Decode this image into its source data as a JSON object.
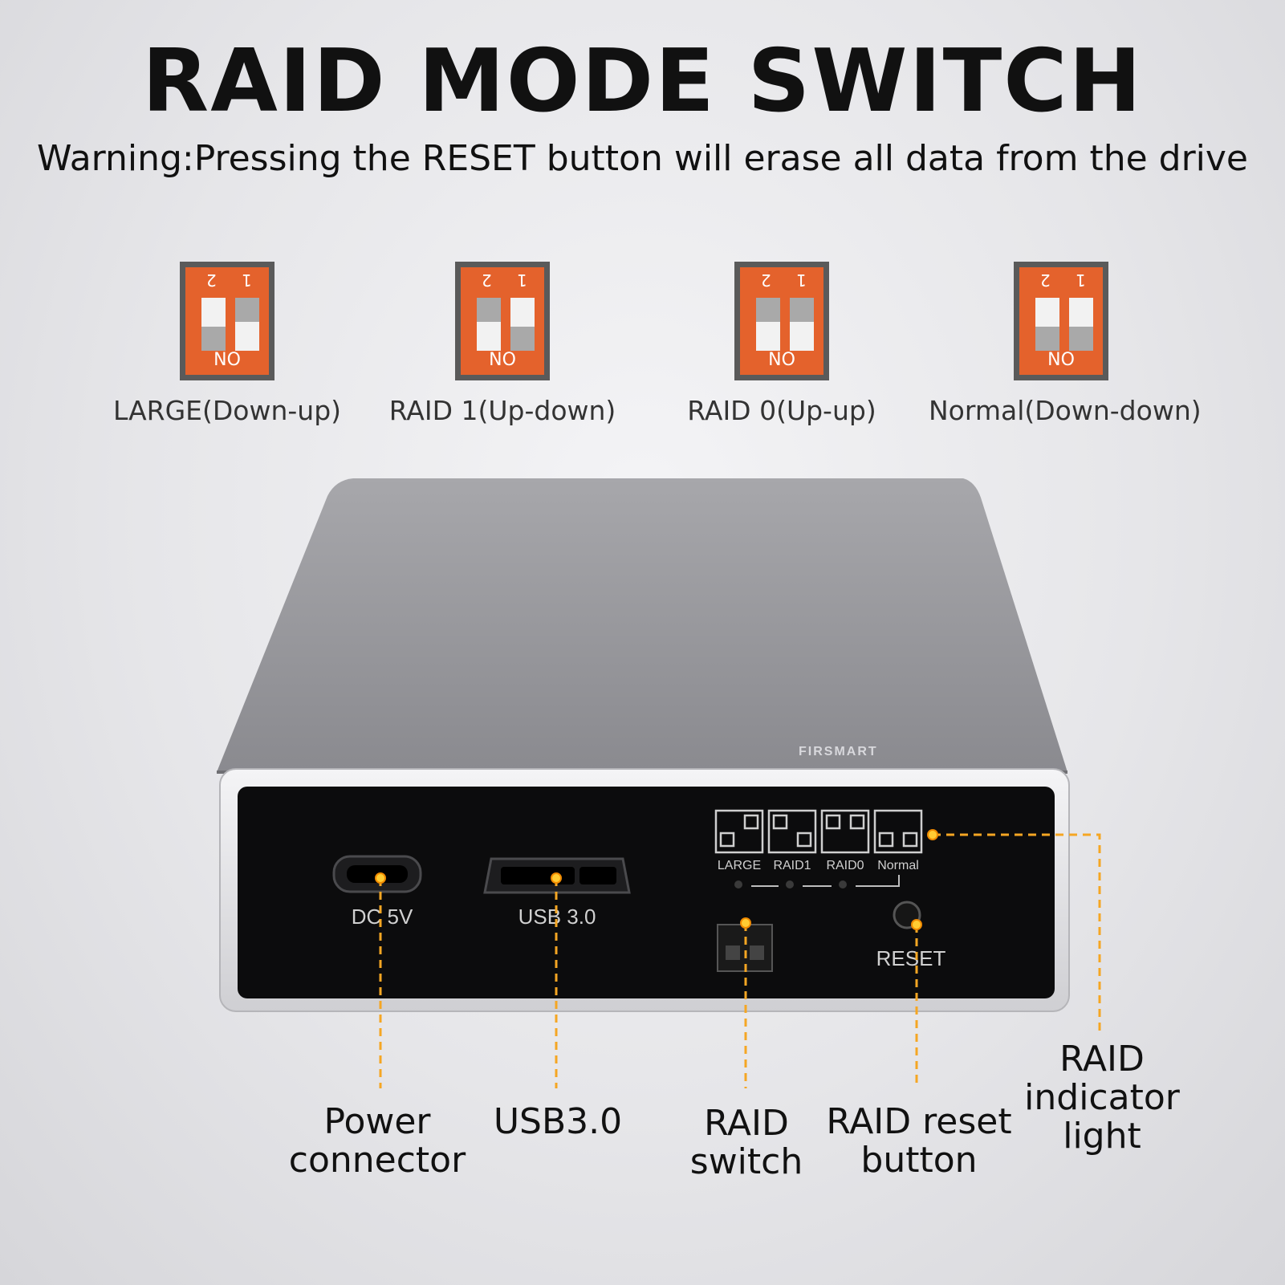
{
  "header": {
    "title": "RAID MODE SWITCH",
    "warning": "Warning:Pressing the RESET button will erase all data from the drive"
  },
  "modes": [
    {
      "label": "LARGE(Down-up)",
      "switch2": "down",
      "switch1": "up"
    },
    {
      "label": "RAID 1(Up-down)",
      "switch2": "up",
      "switch1": "down"
    },
    {
      "label": "RAID 0(Up-up)",
      "switch2": "up",
      "switch1": "up"
    },
    {
      "label": "Normal(Down-down)",
      "switch2": "down",
      "switch1": "down"
    }
  ],
  "dip": {
    "num2": "2",
    "num1": "1",
    "no": "NO"
  },
  "device": {
    "brand": "FIRSMART",
    "panel_modes": [
      "LARGE",
      "RAID1",
      "RAID0",
      "Normal"
    ],
    "port_dc": "DC 5V",
    "port_usb": "USB 3.0",
    "reset": "RESET"
  },
  "callouts": {
    "power": [
      "Power",
      "connector"
    ],
    "usb": [
      "USB3.0"
    ],
    "switch": [
      "RAID",
      "switch"
    ],
    "reset": [
      "RAID reset",
      "button"
    ],
    "light": [
      "RAID",
      "indicator",
      "light"
    ]
  },
  "colors": {
    "accent": "#e4622c",
    "callout": "#f5a623"
  }
}
